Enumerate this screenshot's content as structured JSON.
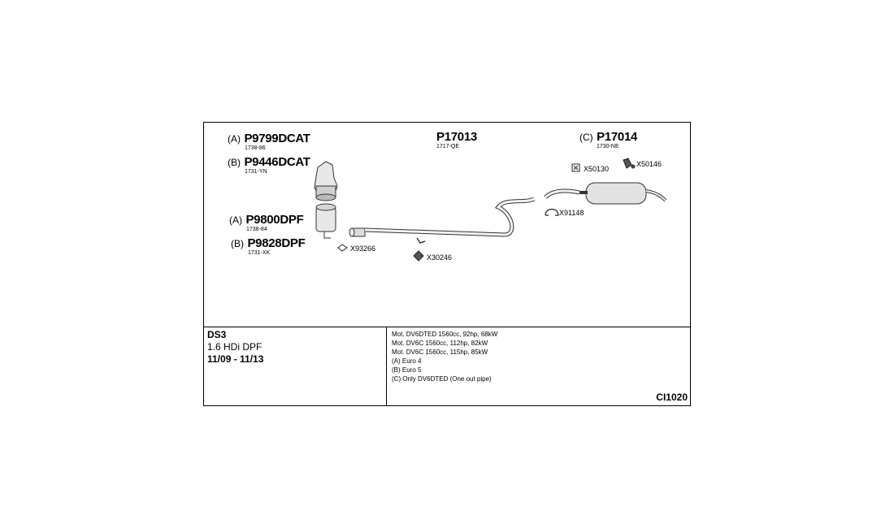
{
  "parts": [
    {
      "prefix": "(A)",
      "number": "P9799DCAT",
      "sub": "1738-86"
    },
    {
      "prefix": "(B)",
      "number": "P9446DCAT",
      "sub": "1731-YN"
    },
    {
      "prefix": "(A)",
      "number": "P9800DPF",
      "sub": "1738-84"
    },
    {
      "prefix": "(B)",
      "number": "P9828DPF",
      "sub": "1731-XK"
    },
    {
      "prefix": "",
      "number": "P17013",
      "sub": "1717-QE"
    },
    {
      "prefix": "(C)",
      "number": "P17014",
      "sub": "1730-NE"
    }
  ],
  "accessories": [
    "X50130",
    "X50146",
    "X91148",
    "X93266",
    "X30246"
  ],
  "vehicle": {
    "model": "DS3",
    "engine": "1.6 HDi DPF",
    "years": "11/09 - 11/13"
  },
  "notes": [
    "Mot. DV6DTED 1560cc, 92hp, 68kW",
    "Mot. DV6C 1560cc, 112hp, 82kW",
    "Mot. DV6C 1560cc, 115hp, 85kW",
    "(A) Euro 4",
    "(B) Euro 5",
    "(C) Only DV6DTED (One out pipe)"
  ],
  "diagram_code": "CI1020"
}
